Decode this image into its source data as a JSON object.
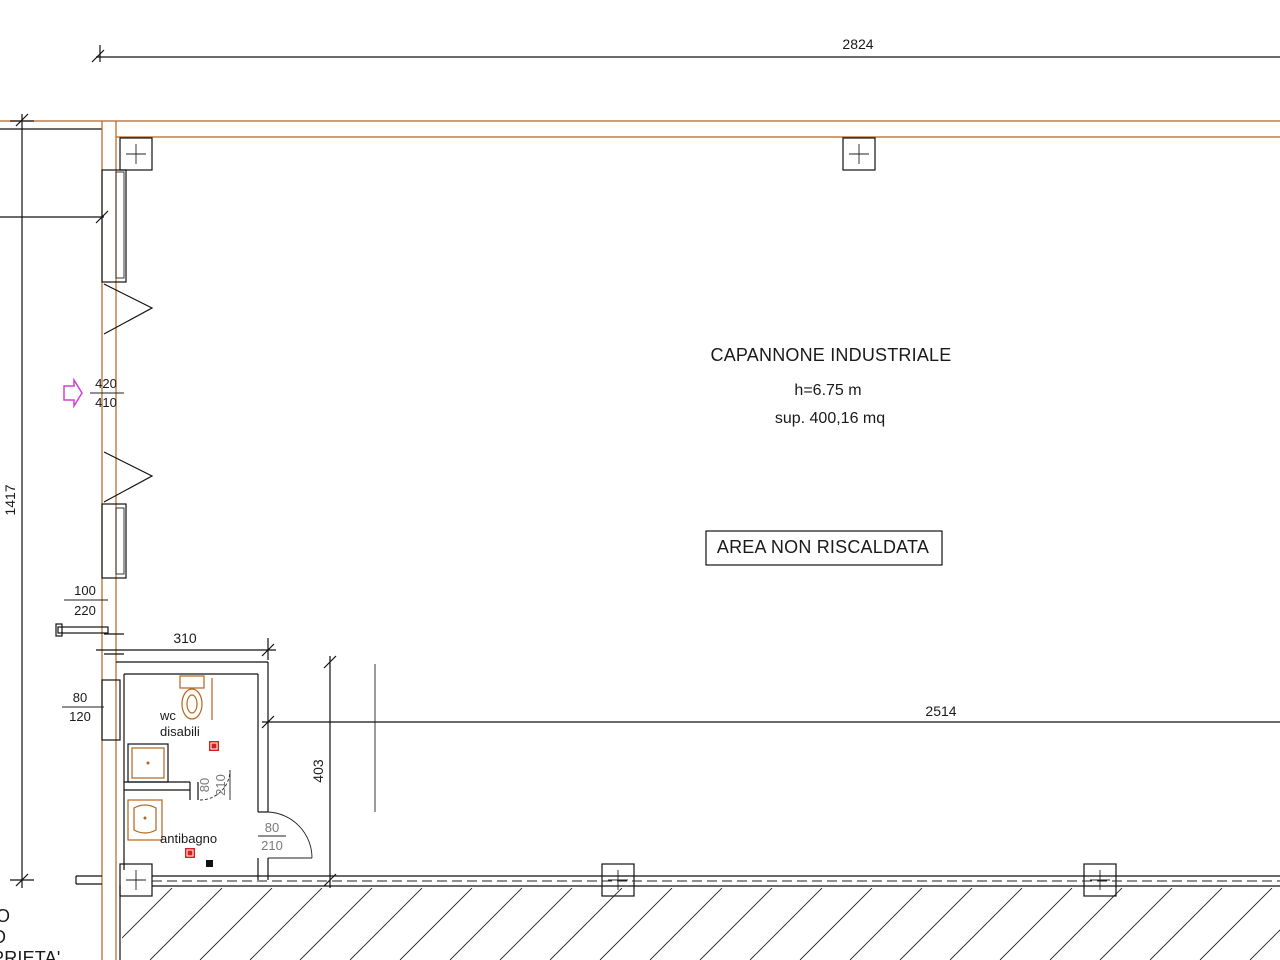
{
  "dimensions": {
    "top_width": "2824",
    "left_height": "1417",
    "bathroom_width": "310",
    "inner_width": "2514",
    "inner_height": "403"
  },
  "window_labels": {
    "w1_top": "420",
    "w1_bottom": "410",
    "w2_top": "100",
    "w2_bottom": "220",
    "w3_top": "80",
    "w3_bottom": "120"
  },
  "door_labels": {
    "d1_top": "80",
    "d1_bottom": "210",
    "d2_top": "80",
    "d2_bottom": "210"
  },
  "room": {
    "name": "CAPANNONE INDUSTRIALE",
    "height": "h=6.75 m",
    "surface": "sup. 400,16 mq",
    "note": "AREA NON RISCALDATA"
  },
  "rooms_small": {
    "wc_line1": "wc",
    "wc_line2": "disabili",
    "antibagno": "antibagno"
  },
  "edge_text": {
    "line1": "O",
    "line2": "O",
    "line3": "PRIETA'"
  },
  "colors": {
    "wall": "#b5651d",
    "accent_arrow": "#d040d0",
    "marker": "#d62020"
  }
}
